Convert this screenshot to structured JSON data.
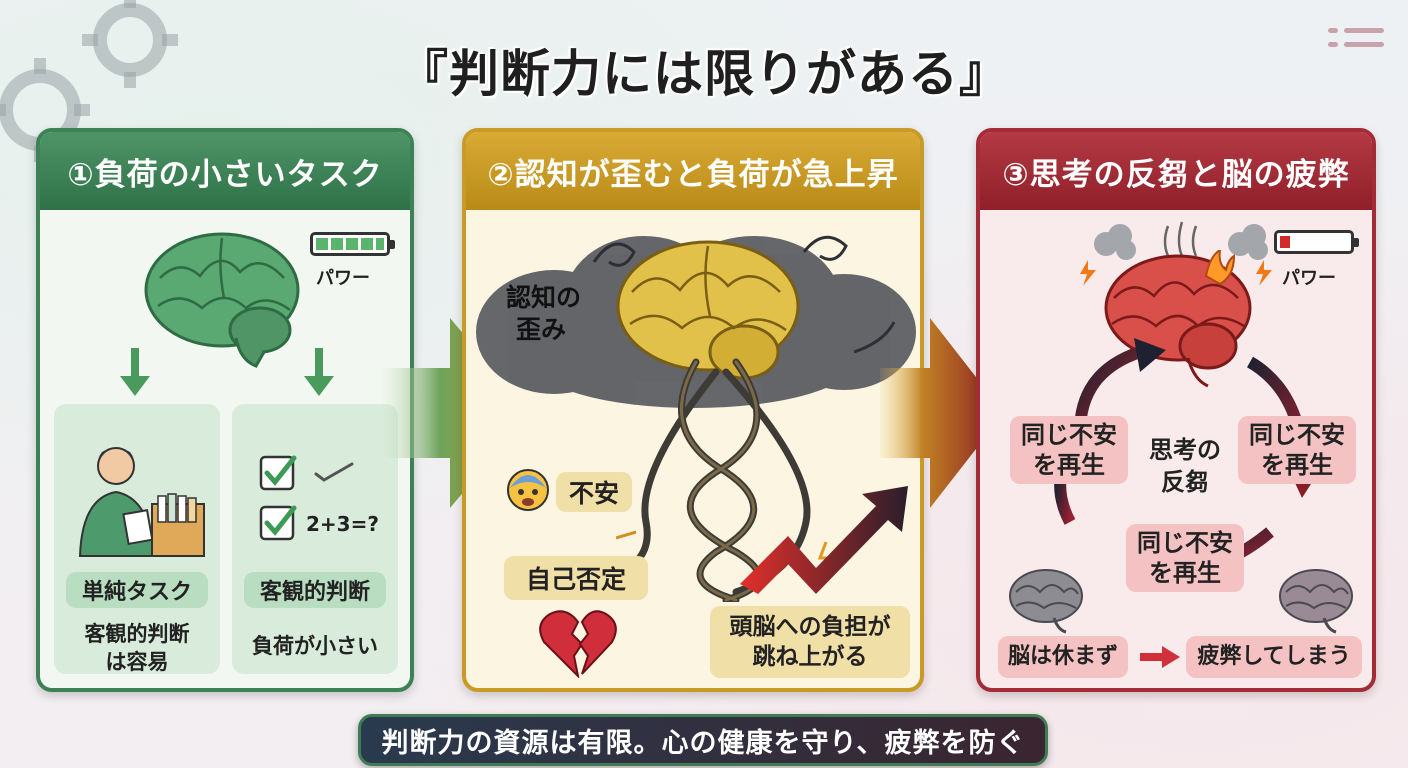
{
  "title": "『判断力には限りがある』",
  "panels": [
    {
      "heading": "①負荷の小さいタスク",
      "power_label": "パワー",
      "battery_level": 0.85,
      "left_tag": "単純タスク",
      "left_caption_1": "客観的判断",
      "left_caption_2": "は容易",
      "check_formula": "2+3=?",
      "right_tag": "客観的判断",
      "right_caption": "負荷が小さい"
    },
    {
      "heading": "②認知が歪むと負荷が急上昇",
      "cloud_label_1": "認知の",
      "cloud_label_2": "歪み",
      "anxiety": "不安",
      "self_denial": "自己否定",
      "burden_1": "頭脳への負担が",
      "burden_2": "跳ね上がる"
    },
    {
      "heading": "③思考の反芻と脳の疲弊",
      "power_label": "パワー",
      "battery_level": 0.15,
      "loop_item_1": "同じ不安",
      "loop_item_2": "を再生",
      "center_1": "思考の",
      "center_2": "反芻",
      "brain_no_rest": "脳は休まず",
      "exhausted": "疲弊してしまう"
    }
  ],
  "footer": "判断力の資源は有限。心の健康を守り、疲弊を防ぐ",
  "colors": {
    "green": "#3d8257",
    "gold": "#c99a25",
    "red": "#a52c36"
  }
}
